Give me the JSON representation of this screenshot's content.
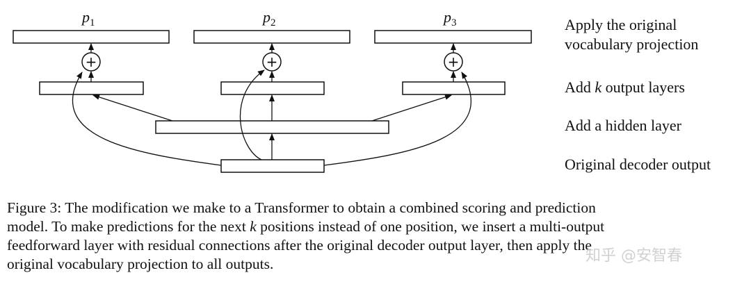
{
  "figure": {
    "outputs": [
      {
        "letter": "p",
        "sub": "1"
      },
      {
        "letter": "p",
        "sub": "2"
      },
      {
        "letter": "p",
        "sub": "3"
      }
    ],
    "labels": {
      "projection_line1": "Apply the original",
      "projection_line2": "vocabulary projection",
      "output_pre": "Add ",
      "output_var": "k",
      "output_post": " output layers",
      "hidden": "Add a hidden layer",
      "decoder": "Original decoder output"
    },
    "add_symbol": "+"
  },
  "caption": {
    "l1": "Figure 3: The modification we make to a Transformer to obtain a combined scoring and prediction",
    "l2_pre": "model. To make predictions for the next ",
    "l2_var": "k",
    "l2_post": " positions instead of one position, we insert a multi-output",
    "l3": "feedforward layer with residual connections after the original decoder output layer, then apply the",
    "l4": "original vocabulary projection to all outputs."
  },
  "watermark": "知乎 @安智春"
}
